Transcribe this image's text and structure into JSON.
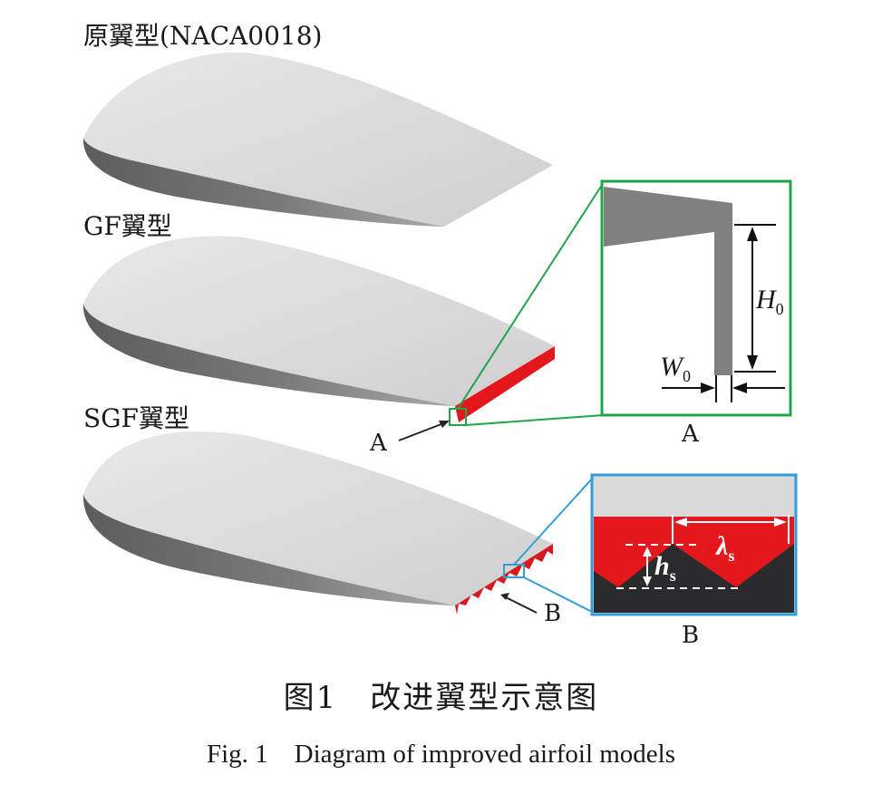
{
  "labels": {
    "original": "原翼型(NACA0018)",
    "gf": "GF翼型",
    "sgf": "SGF翼型",
    "marker_a": "A",
    "marker_b": "B",
    "detail_a": "A",
    "detail_b": "B"
  },
  "dimensions": {
    "h0_letter": "H",
    "h0_sub": "0",
    "w0_letter": "W",
    "w0_sub": "0",
    "lambda_letter": "λ",
    "lambda_sub": "s",
    "hs_letter": "h",
    "hs_sub": "s"
  },
  "caption": {
    "zh": "图1　改进翼型示意图",
    "en": "Fig. 1　Diagram of improved airfoil models"
  },
  "colors": {
    "wing_top": "#dcdcdc",
    "wing_side": "#6e6e6e",
    "flap_red": "#e4181c",
    "box_a": "#22a44a",
    "box_b": "#2f9fd6",
    "dark_fill": "#2b2a2d"
  }
}
